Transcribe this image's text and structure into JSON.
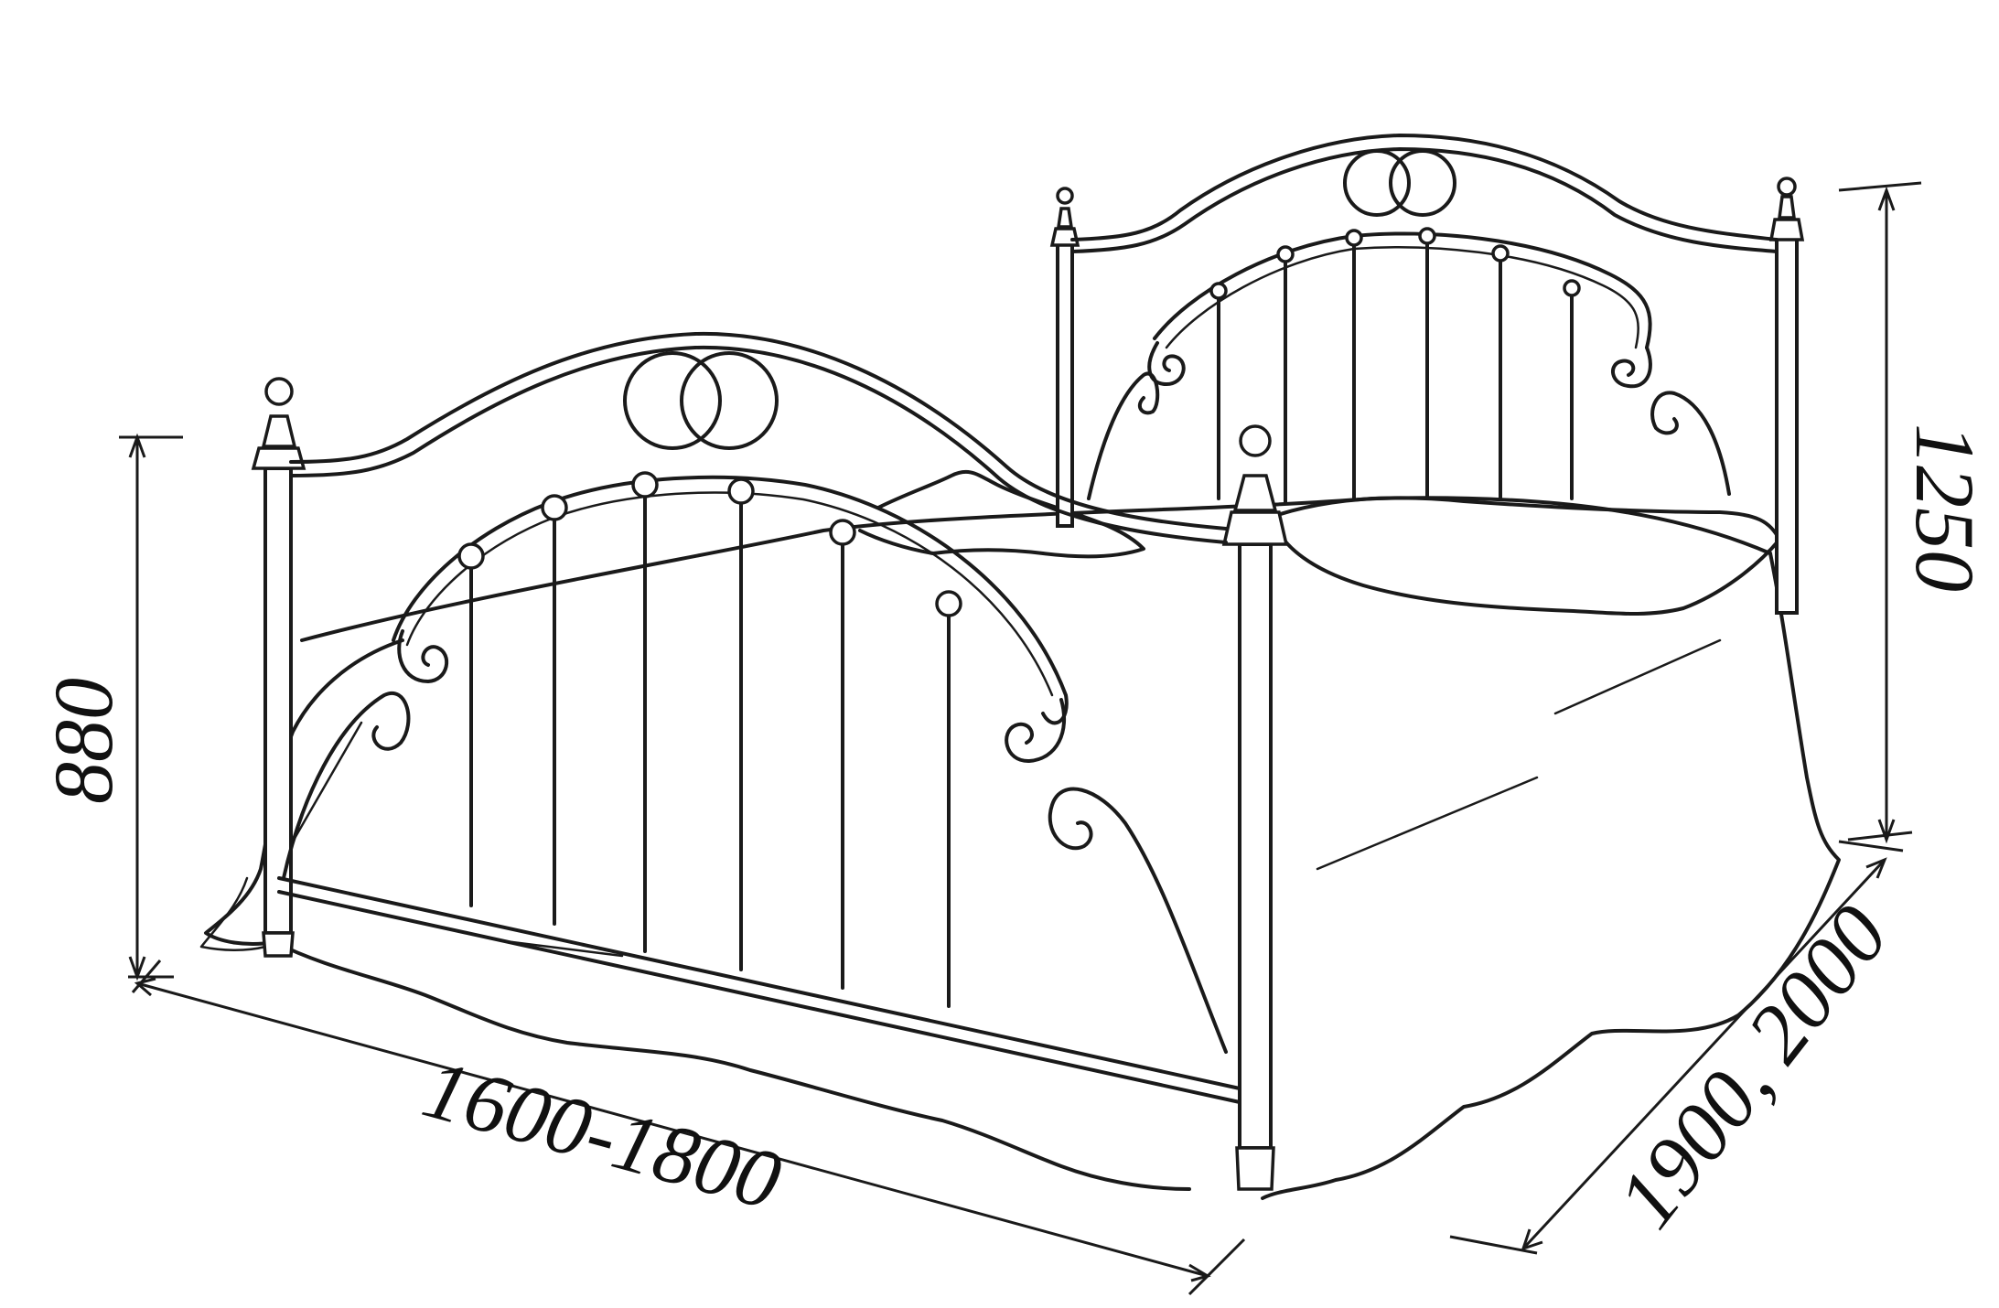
{
  "diagram": {
    "subject": "bed-frame-line-drawing",
    "dimensions": {
      "footboard_height": "880",
      "headboard_height": "1250",
      "width": "1600-1800",
      "length": "1900, 2000"
    },
    "colors": {
      "line": "#1a1a1a",
      "background": "#ffffff"
    }
  }
}
